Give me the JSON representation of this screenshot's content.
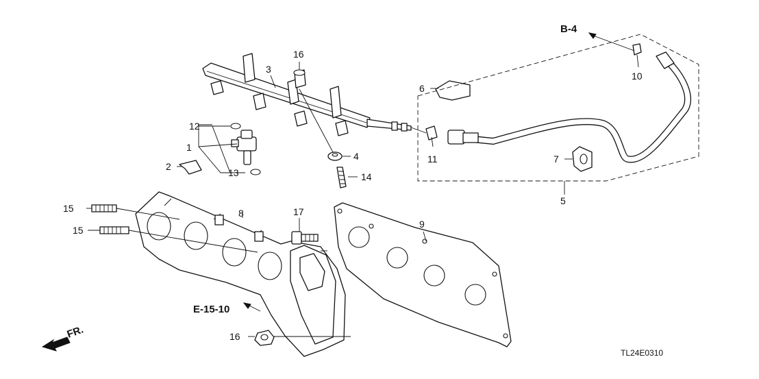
{
  "diagram": {
    "code": "TL24E0310",
    "direction": "FR.",
    "refs": {
      "b4": "B-4",
      "e1510": "E-15-10"
    },
    "parts": [
      {
        "id": "p1",
        "num": "1"
      },
      {
        "id": "p2",
        "num": "2"
      },
      {
        "id": "p3",
        "num": "3"
      },
      {
        "id": "p4",
        "num": "4"
      },
      {
        "id": "p5",
        "num": "5"
      },
      {
        "id": "p6",
        "num": "6"
      },
      {
        "id": "p7",
        "num": "7"
      },
      {
        "id": "p8",
        "num": "8"
      },
      {
        "id": "p9",
        "num": "9"
      },
      {
        "id": "p10",
        "num": "10"
      },
      {
        "id": "p11",
        "num": "11"
      },
      {
        "id": "p12",
        "num": "12"
      },
      {
        "id": "p13",
        "num": "13"
      },
      {
        "id": "p14",
        "num": "14"
      },
      {
        "id": "p15a",
        "num": "15"
      },
      {
        "id": "p15b",
        "num": "15"
      },
      {
        "id": "p16a",
        "num": "16"
      },
      {
        "id": "p16b",
        "num": "16"
      },
      {
        "id": "p17",
        "num": "17"
      }
    ]
  }
}
